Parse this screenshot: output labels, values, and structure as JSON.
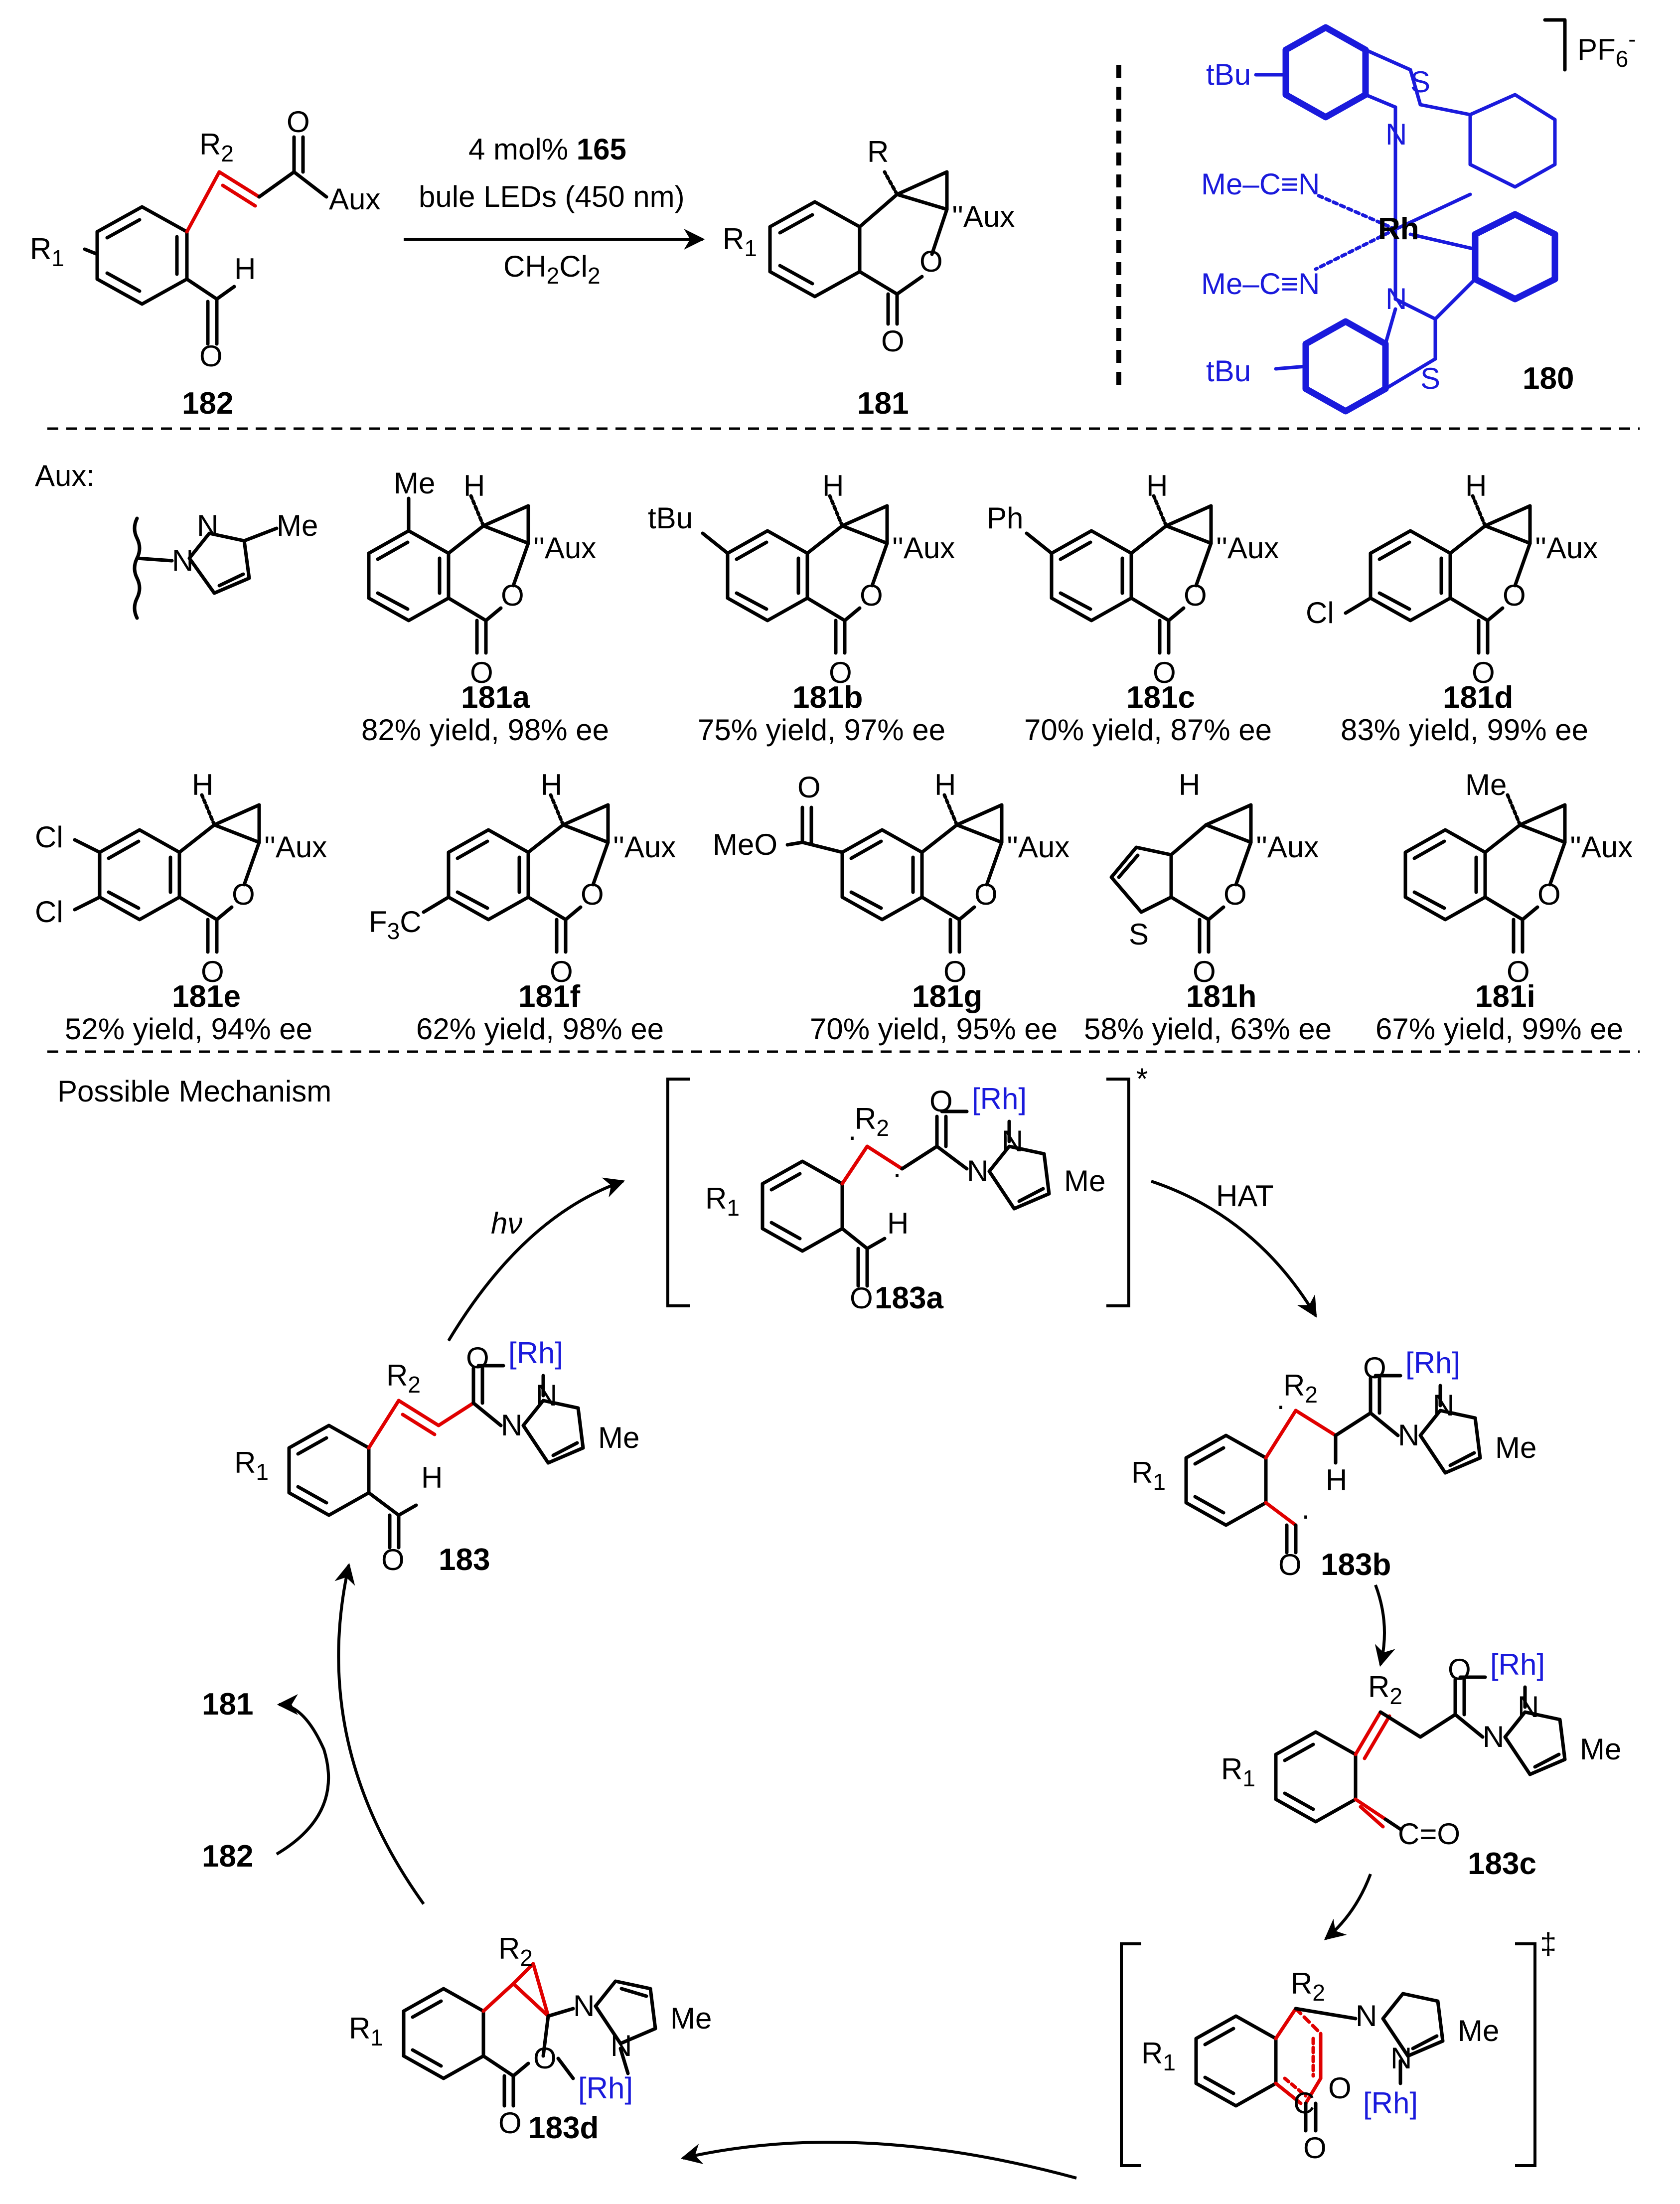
{
  "reaction": {
    "substrate_label": "182",
    "product_label": "181",
    "catalyst_label": "180",
    "conditions_line1_prefix": "4 mol% ",
    "conditions_line1_bold": "165",
    "conditions_line2": "bule LEDs (450 nm)",
    "conditions_line3": "CH2Cl2",
    "counterion": "PF6-"
  },
  "aux_heading": "Aux:",
  "products": [
    {
      "label": "181a",
      "result": "82% yield, 98% ee"
    },
    {
      "label": "181b",
      "result": "75% yield, 97% ee"
    },
    {
      "label": "181c",
      "result": "70% yield, 87% ee"
    },
    {
      "label": "181d",
      "result": "83% yield, 99% ee"
    },
    {
      "label": "181e",
      "result": "52% yield, 94% ee"
    },
    {
      "label": "181f",
      "result": "62% yield, 98% ee"
    },
    {
      "label": "181g",
      "result": "70% yield, 95% ee"
    },
    {
      "label": "181h",
      "result": "58% yield, 63% ee"
    },
    {
      "label": "181i",
      "result": "67% yield, 99% ee"
    }
  ],
  "mechanism": {
    "title": "Possible Mechanism",
    "step_hv": "hν",
    "step_hat": "HAT",
    "excited_mark": "*",
    "ts_mark": "‡",
    "intermediates": [
      "183",
      "183a",
      "183b",
      "183c",
      "183d"
    ],
    "released_product": "181",
    "incoming_substrate": "182"
  },
  "atom_labels": {
    "rh": "[Rh]",
    "me": "Me",
    "aux": "Aux",
    "h": "H",
    "o": "O",
    "n": "N",
    "s": "S",
    "r": "R",
    "r1": "R1",
    "r2": "R2",
    "tbu": "tBu",
    "ph": "Ph",
    "cl": "Cl",
    "cf3": "F3C",
    "meo": "MeO",
    "mecn": "Me–C≡N",
    "rh_metal": "Rh"
  },
  "colors": {
    "highlight_red": "#e00000",
    "rhodium_blue": "#1a1adc"
  }
}
